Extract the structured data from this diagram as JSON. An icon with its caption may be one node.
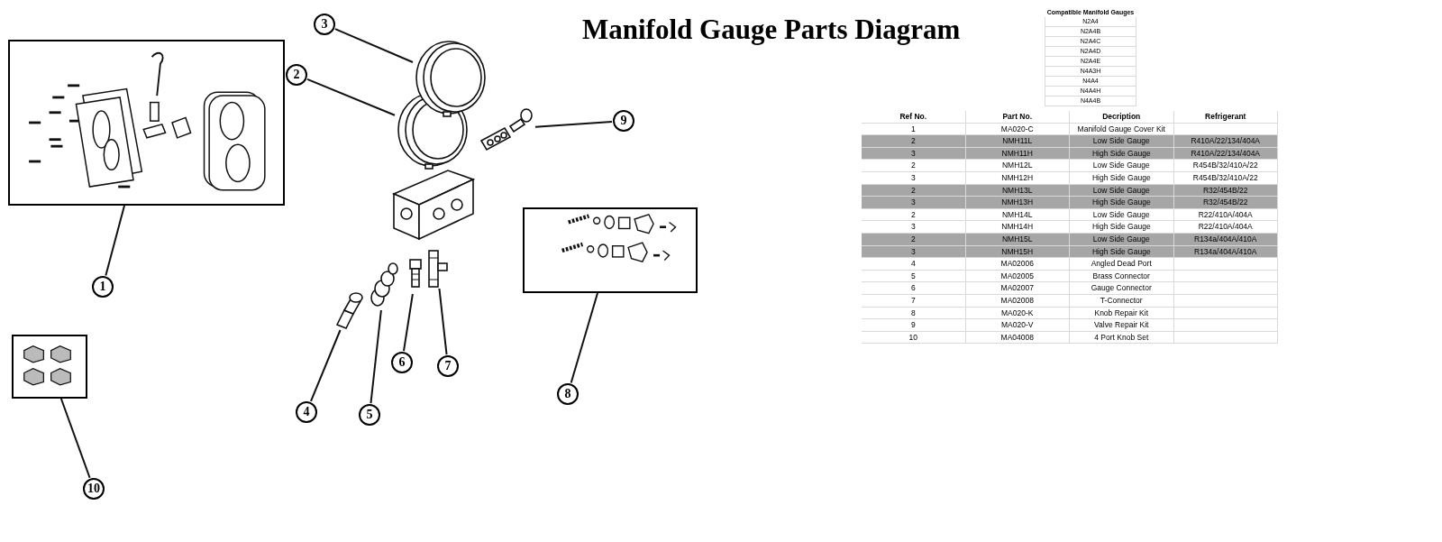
{
  "diagram": {
    "title": "Manifold Gauge Parts Diagram",
    "nodes": [
      {
        "text": [
          "1"
        ]
      },
      {
        "text": [],
        "shape": "box"
      },
      {
        "text": [
          "2"
        ]
      },
      {
        "text": [],
        "shape": "picture"
      },
      {
        "text": [
          "3"
        ]
      },
      {
        "text": [],
        "shape": "picture"
      },
      {
        "text": [
          "4"
        ]
      },
      {
        "text": [],
        "shape": "picture"
      },
      {
        "text": [
          "5"
        ]
      },
      {
        "text": [],
        "shape": "picture"
      },
      {
        "text": [
          "6"
        ]
      },
      {
        "text": [],
        "shape": "picture"
      },
      {
        "text": [
          "7"
        ]
      },
      {
        "text": [],
        "shape": "picture"
      },
      {
        "text": [
          "8"
        ]
      },
      {
        "text": [],
        "shape": "box"
      },
      {
        "text": [
          "9"
        ]
      },
      {
        "text": [],
        "shape": "picture"
      },
      {
        "text": [
          "10"
        ]
      },
      {
        "text": [],
        "shape": "box"
      }
    ],
    "edges": [
      {
        "from": 0,
        "to": 1,
        "arrow": "none"
      },
      {
        "from": 2,
        "to": 3,
        "arrow": "none"
      },
      {
        "from": 4,
        "to": 5,
        "arrow": "none"
      },
      {
        "from": 6,
        "to": 7,
        "arrow": "none"
      },
      {
        "from": 8,
        "to": 9,
        "arrow": "none"
      },
      {
        "from": 10,
        "to": 11,
        "arrow": "none"
      },
      {
        "from": 12,
        "to": 13,
        "arrow": "none"
      },
      {
        "from": 14,
        "to": 15,
        "arrow": "none"
      },
      {
        "from": 16,
        "to": 17,
        "arrow": "none"
      },
      {
        "from": 18,
        "to": 19,
        "arrow": "none"
      }
    ],
    "labels": [
      "Compatible Manifold Gauges",
      "N2A4",
      "N2A4B",
      "N2A4C",
      "N2A4D",
      "N2A4E",
      "N4A3H",
      "N4A4",
      "N4A4H",
      "N4A4B",
      "Ref No.",
      "Part No.",
      "Decription",
      "Refrigerant",
      "1",
      "MA020-C",
      "Manifold Gauge Cover Kit",
      "2",
      "NMH11L",
      "Low Side Gauge",
      "R410A/22/134/404A",
      "3",
      "NMH11H",
      "High Side Gauge",
      "R410A/22/134/404A",
      "2",
      "NMH12L",
      "Low Side Gauge",
      "R454B/32/410A/22",
      "3",
      "NMH12H",
      "High Side Gauge",
      "R454B/32/410A/22",
      "2",
      "NMH13L",
      "Low Side Gauge",
      "R32/454B/22",
      "3",
      "NMH13H",
      "High Side Gauge",
      "R32/454B/22",
      "2",
      "NMH14L",
      "Low Side Gauge",
      "R22/410A/404A",
      "3",
      "NMH14H",
      "High Side Gauge",
      "R22/410A/404A",
      "2",
      "NMH15L",
      "Low Side Gauge",
      "R134a/404A/410A",
      "3",
      "NMH15H",
      "High Side Gauge",
      "R134a/404A/410A",
      "4",
      "MA02006",
      "Angled Dead Port",
      "5",
      "MA02005",
      "Brass Connector",
      "6",
      "MA02007",
      "Gauge Connector",
      "7",
      "MA02008",
      "T-Connector",
      "8",
      "MA020-K",
      "Knob Repair Kit",
      "9",
      "MA020-V",
      "Valve Repair Kit",
      "10",
      "MA04008",
      "4 Port Knob Set"
    ]
  }
}
